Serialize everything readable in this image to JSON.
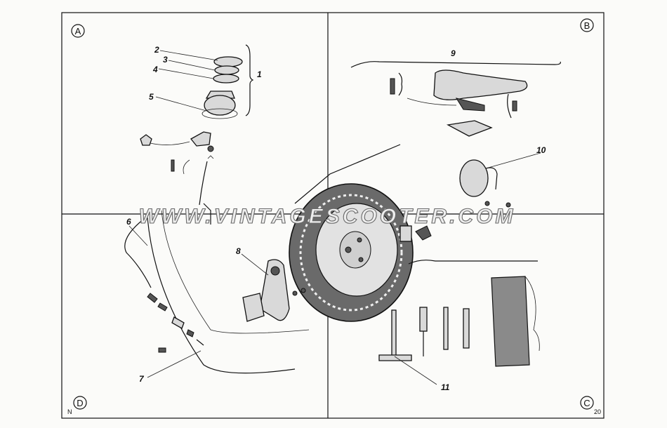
{
  "quadrants": {
    "A": "A",
    "B": "B",
    "C": "C",
    "D": "D"
  },
  "part_numbers": [
    "1",
    "2",
    "3",
    "4",
    "5",
    "6",
    "7",
    "8",
    "9",
    "10",
    "11"
  ],
  "watermark": "WWW.VINTAGESCOOTER.COM",
  "footer": {
    "left_mark": "N",
    "right_mark": "20"
  }
}
